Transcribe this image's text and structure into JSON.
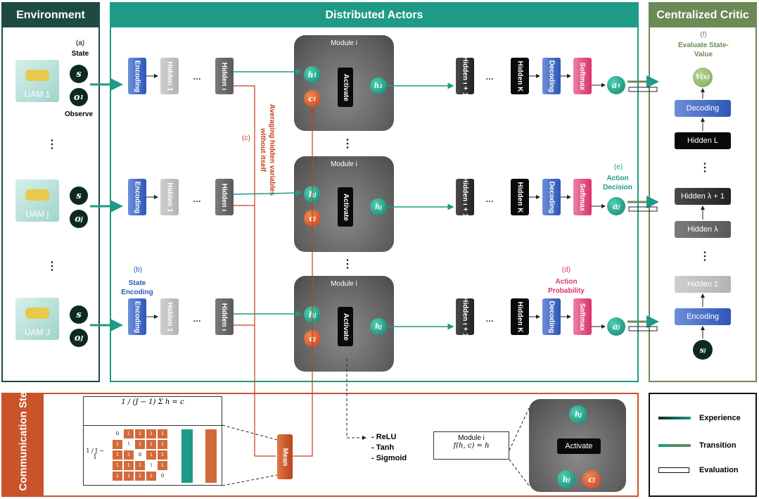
{
  "panels": {
    "environment": "Environment",
    "actors": "Distributed Actors",
    "critic": "Centralized Critic",
    "communication": "Communication Step"
  },
  "environment": {
    "label_a": "(a)",
    "state_label": "State",
    "observe_label": "Observe",
    "rows": [
      {
        "uam": "UAM 1",
        "s": "s",
        "o": "o",
        "o_sub": "1"
      },
      {
        "uam": "UAM j",
        "s": "s",
        "o": "o",
        "o_sub": "j"
      },
      {
        "uam": "UAM J",
        "s": "s",
        "o": "o",
        "o_sub": "J"
      }
    ],
    "dots": "⋮"
  },
  "actors": {
    "encoding": "Encoding",
    "hidden1": "Hidden 1",
    "hidden_i": "Hidden ι",
    "hidden_i1": "Hidden ι + 1",
    "hidden_K": "Hidden K",
    "decoding": "Decoding",
    "softmax": "Softmax",
    "activate": "Activate",
    "module": "Module i",
    "ellipsis": "…",
    "b_label": "(b)",
    "b_text": "State Encoding",
    "c_label": "(c)",
    "c_text": "Averaging hidden variables without itself",
    "d_label": "(d)",
    "d_text": "Action Probability",
    "e_label": "(e)",
    "e_text": "Action Decision",
    "actions": [
      "a1",
      "aj",
      "aj"
    ],
    "dots": "⋮"
  },
  "critic": {
    "f_label": "(f)",
    "f_text": "Evaluate State-Value",
    "value": "V(s)",
    "decoding": "Decoding",
    "hidden_L": "Hidden L",
    "hidden_l1": "Hidden λ + 1",
    "hidden_l": "Hidden λ",
    "hidden1": "Hidden 1",
    "encoding": "Encoding",
    "input": "sj",
    "dots": "⋮"
  },
  "communication": {
    "formula_top": "1 / (J − 1) Σ h = c",
    "frac_left": "1 / J − 1",
    "mean": "Mean",
    "activations": [
      "- ReLU",
      "- Tanh",
      "- Sigmoid"
    ],
    "module_label": "Module i",
    "module_formula": "f(h, c) = h",
    "activate": "Activate",
    "matrix": [
      [
        "0",
        "1",
        "1",
        "1",
        "1"
      ],
      [
        "1",
        "\\",
        "1",
        "1",
        "1"
      ],
      [
        "1",
        "1",
        "0",
        "1",
        "1"
      ],
      [
        "1",
        "1",
        "1",
        "\\",
        "1"
      ],
      [
        "1",
        "1",
        "1",
        "1",
        "0"
      ]
    ]
  },
  "legend": {
    "items": [
      "Experience",
      "Transition",
      "Evaluation"
    ]
  },
  "colors": {
    "env": "#1e4a44",
    "actors": "#1f9a86",
    "critic": "#6b8a55",
    "comm": "#c9532a"
  }
}
